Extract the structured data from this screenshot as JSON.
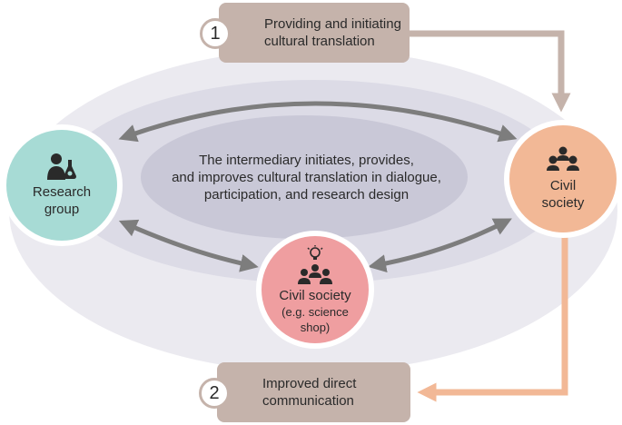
{
  "step1": {
    "number": "1",
    "line1": "Providing and initiating",
    "line2": "cultural translation"
  },
  "step2": {
    "number": "2",
    "line1": "Improved direct",
    "line2": "communication"
  },
  "center": {
    "line1": "The intermediary initiates, provides,",
    "line2": "and improves cultural translation in dialogue,",
    "line3": "participation, and research design"
  },
  "research_group": {
    "line1": "Research",
    "line2": "group",
    "icon": "researcher-icon",
    "color": "#a7dbd5"
  },
  "civil_society_right": {
    "line1": "Civil",
    "line2": "society",
    "icon": "people-group-icon",
    "color": "#f2b896"
  },
  "civil_society_mid": {
    "line1": "Civil society",
    "line2": "(e.g. science",
    "line3": "shop)",
    "icon": "people-idea-icon",
    "color": "#ef9ea0"
  },
  "colors": {
    "outer_ellipse": "#ebeaf0",
    "middle_ellipse": "#dcdbe6",
    "inner_ellipse": "#c9c8d7",
    "step_box": "#c5b3ab",
    "arrow_gray": "#7d7d7d",
    "arrow_orange": "#f2b896"
  }
}
